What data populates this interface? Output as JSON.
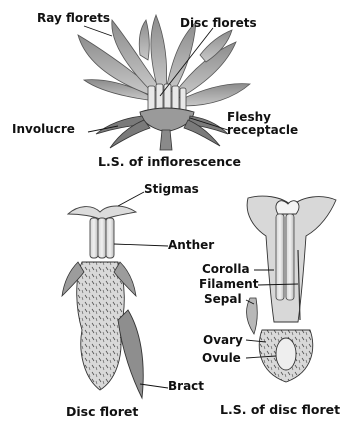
{
  "figure": {
    "top_diagram": {
      "labels": {
        "ray_florets": "Ray florets",
        "disc_florets": "Disc florets",
        "fleshy_receptacle": "Fleshy\nreceptacle",
        "involucre": "Involucre"
      },
      "caption": "L.S. of inflorescence"
    },
    "left_diagram": {
      "labels": {
        "stigmas": "Stigmas",
        "anther": "Anther",
        "bract": "Bract"
      },
      "caption": "Disc floret"
    },
    "right_diagram": {
      "labels": {
        "corolla": "Corolla",
        "filament": "Filament",
        "sepal": "Sepal",
        "ovary": "Ovary",
        "ovule": "Ovule"
      },
      "caption": "L.S. of disc floret"
    }
  }
}
